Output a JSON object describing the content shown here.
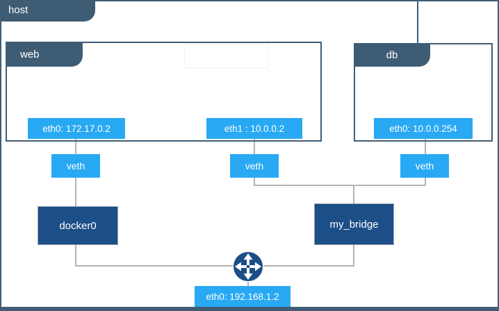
{
  "diagram": {
    "title": "docker-host-networking-diagram",
    "host": {
      "label": "host",
      "interface": {
        "label": "eth0: 192.168.1.2"
      }
    },
    "containers": {
      "web": {
        "label": "web",
        "interfaces": [
          {
            "label": "eth0: 172.17.0.2"
          },
          {
            "label": "eth1 : 10.0.0.2"
          }
        ]
      },
      "db": {
        "label": "db",
        "interfaces": [
          {
            "label": "eth0: 10.0.0.254"
          }
        ]
      }
    },
    "veths": [
      {
        "label": "veth"
      },
      {
        "label": "veth"
      },
      {
        "label": "veth"
      }
    ],
    "bridges": [
      {
        "label": "docker0"
      },
      {
        "label": "my_bridge"
      }
    ],
    "icons": {
      "router": "router-icon"
    },
    "colors": {
      "slate": "#3f5c75",
      "blue": "#29a9f3",
      "navy": "#1c4e87",
      "connector": "#b3b3b3",
      "background": "#ffffff"
    }
  }
}
